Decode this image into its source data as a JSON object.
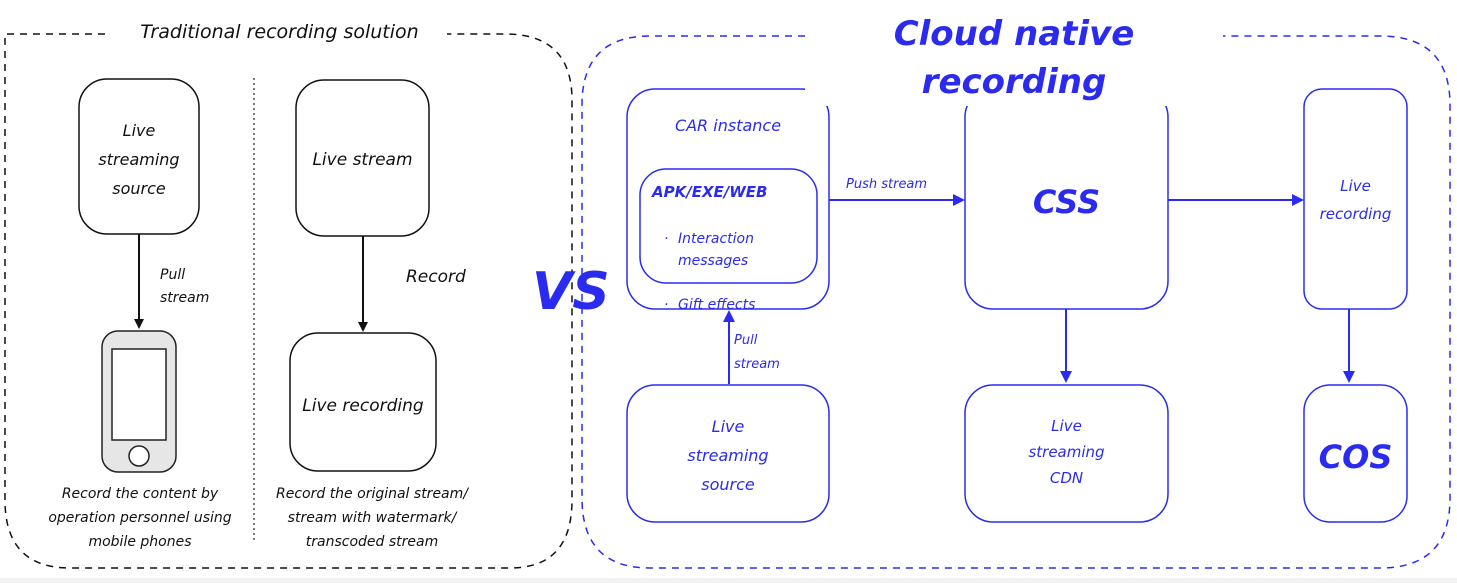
{
  "colors": {
    "traditional": "#111111",
    "cloud": "#2b2bf0",
    "phone_body": "#e6e6e6"
  },
  "traditional": {
    "title": "Traditional recording solution",
    "left_column": {
      "source_box": "Live\nstreaming\nsource",
      "arrow_label": "Pull\nstream",
      "device_icon": "mobile-phone-icon",
      "caption": "Record the content by\noperation personnel using\nmobile phones"
    },
    "right_column": {
      "source_box": "Live stream",
      "arrow_label": "Record",
      "target_box": "Live recording",
      "caption": "Record the original stream/\nstream with watermark/\ntranscoded stream"
    }
  },
  "vs_label": "VS",
  "cloud": {
    "title": "Cloud native recording",
    "car_instance": {
      "title": "CAR instance",
      "inner_title": "APK/EXE/WEB",
      "bullets": [
        "Interaction\nmessages",
        "Gift effects"
      ]
    },
    "push_label": "Push stream",
    "pull_label": "Pull\nstream",
    "source_box": "Live\nstreaming\nsource",
    "css_box": "CSS",
    "cdn_box": "Live\nstreaming\nCDN",
    "recording_box": "Live\nrecording",
    "cos_box": "COS"
  }
}
